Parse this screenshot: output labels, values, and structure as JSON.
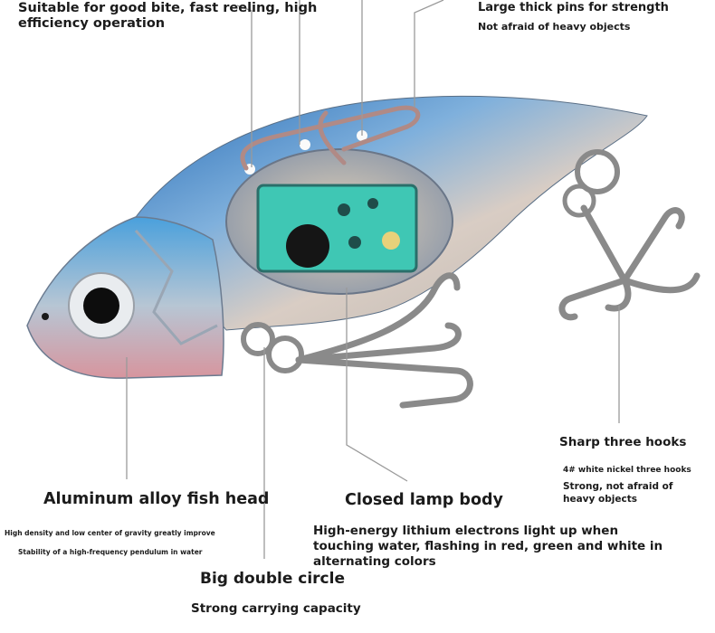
{
  "labels": {
    "bite_line1": "Suitable for good bite, fast reeling, high",
    "bite_line2": "efficiency operation",
    "pins_title": "Large thick pins for strength",
    "pins_sub": "Not afraid of heavy objects",
    "hooks_title": "Sharp three hooks",
    "hooks_sub1": "4# white nickel three hooks",
    "hooks_sub2": "Strong, not afraid of",
    "hooks_sub3": "heavy objects",
    "head_title": "Aluminum alloy fish head",
    "head_sub1": "High density and low center of gravity greatly improve",
    "head_sub2": "Stability of a high-frequency pendulum in water",
    "lamp_title": "Closed lamp body",
    "lamp_sub1": "High-energy lithium electrons light up when",
    "lamp_sub2": "touching water, flashing in red, green and white in",
    "lamp_sub3": "alternating colors",
    "circle_title": "Big double circle",
    "circle_sub": "Strong carrying capacity"
  },
  "colors": {
    "body_blue": "#3f86c8",
    "body_silver": "#c9c3bd",
    "body_pink": "#d8a0a0",
    "circuit_green": "#3fc7b4",
    "pin_copper": "#b08a86",
    "hook_steel": "#8a8a8a",
    "callout_line": "#9a9a9a"
  }
}
